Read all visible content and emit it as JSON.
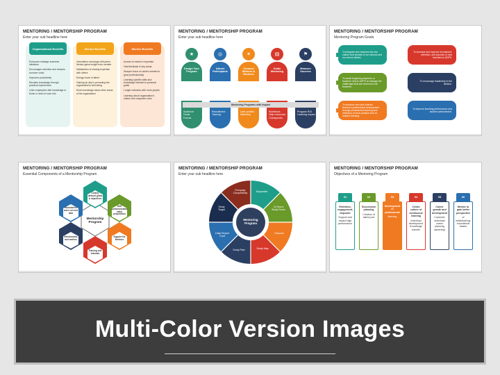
{
  "banner": {
    "text": "Multi-Color Version Images"
  },
  "slides": [
    {
      "title": "MENTORING / MENTORSHIP PROGRAM",
      "subtitle": "Enter your sub headline here",
      "columns": [
        {
          "head": "Organizational Benefits",
          "color": "#1e9e8a",
          "items": [
            "Enhances strategic business initiatives",
            "Encourages retention and reduces turnover costs",
            "Improves productivity",
            "Elevates knowledge through practical experiences",
            "Links employees with knowledge to those in need of such info"
          ]
        },
        {
          "head": "Mentor Benefits",
          "color": "#f2a51a",
          "items": [
            "Information exchange with peers. Mentor gains insight from mentee",
            "Satisfaction of sharing expertise with others",
            "Energy boost of talent",
            "Gaining an ally in promoting the organization's well-being",
            "More knowledge about other areas of the organization"
          ]
        },
        {
          "head": "Mentee Benefits",
          "color": "#f07a22",
          "items": [
            "Access to mentor's expertise",
            "Vital feedback in key areas",
            "Sharper focus on what's needed to grow professionally",
            "Learning specific skills and knowledge relevant to personal goals",
            "Longer networks with more people",
            "Learning about organization's culture and unspoken rules"
          ]
        }
      ]
    },
    {
      "title": "MENTORING / MENTORSHIP PROGRAM",
      "subtitle": "Enter your sub headline here",
      "banner": "Mentoring Programs with Impact",
      "nodes": [
        {
          "label": "Design Your Program",
          "color": "#2f8f6f",
          "icon": "★",
          "bottom": [
            "Audience",
            "Goals",
            "Format"
          ]
        },
        {
          "label": "Attract Participants",
          "color": "#2a6fb0",
          "icon": "◎",
          "bottom": [
            "Recruitment",
            "Training"
          ]
        },
        {
          "label": "Connect Mentors & Mentees",
          "color": "#f08a1c",
          "icon": "✶",
          "bottom": [
            "User profiles",
            "Matching"
          ]
        },
        {
          "label": "Guide Mentoring",
          "color": "#d7382c",
          "icon": "▤",
          "bottom": [
            "Workflows",
            "Help resources",
            "Checkpoints"
          ]
        },
        {
          "label": "Measure Success",
          "color": "#2b3f63",
          "icon": "⚑",
          "bottom": [
            "Program ROI",
            "Learning impact"
          ]
        }
      ]
    },
    {
      "title": "MENTORING / MENTORSHIP PROGRAM",
      "subtitle": "Mentoring Program Goals",
      "goals": [
        {
          "text": "To integrate new teachers into the culture and climate of our schools and our school district.",
          "color": "#1e9e8a"
        },
        {
          "text": "To increase and improve recruitment, retention, and success of new teachers to ADPS.",
          "color": "#d7382c"
        },
        {
          "text": "To assist beginning teachers or teachers new to ADPS to manage the challenges that are common to all teachers.",
          "color": "#6a9a2a"
        },
        {
          "text": "To encourage leadership in the division.",
          "color": "#2b3f63"
        },
        {
          "text": "To enhance new and veteran teacher's professional development through professional learning and reflection on their practice and on student learning.",
          "color": "#f07a22"
        },
        {
          "text": "To improve teaching performance and student achievement.",
          "color": "#2a6fb0"
        }
      ]
    },
    {
      "title": "MENTORING / MENTORSHIP PROGRAM",
      "subtitle": "Essential Components of a Mentorship Program",
      "center": "Mentorship Program",
      "hexes": [
        {
          "label": "Clearly defined goals & objectives",
          "color": "#1e9e8a"
        },
        {
          "label": "Well communicated value proposition",
          "color": "#6a9a2a"
        },
        {
          "label": "Support for Mentors",
          "color": "#f07a22"
        },
        {
          "label": "Training and tutorials",
          "color": "#d7382c"
        },
        {
          "label": "Benchmarks and metrics",
          "color": "#2b3f63"
        },
        {
          "label": "Boundaries and a set end date",
          "color": "#2a6fb0"
        }
      ]
    },
    {
      "title": "MENTORING / MENTORSHIP PROGRAM",
      "subtitle": "Enter your sub headline here",
      "center": "Mentoring Program",
      "ring": [
        {
          "label": "Stopwatch",
          "color": "#1e9e8a"
        },
        {
          "label": "24 Hours Study Room",
          "color": "#6a9a2a"
        },
        {
          "label": "Success",
          "color": "#f07a22"
        },
        {
          "label": "Study Map",
          "color": "#d7382c"
        },
        {
          "label": "Study Plan",
          "color": "#2b3f63"
        },
        {
          "label": "Daily Report Card",
          "color": "#2a6fb0"
        },
        {
          "label": "Study Target",
          "color": "#1a2d4f"
        },
        {
          "label": "Everyday Competitivity",
          "color": "#8a2c1e"
        }
      ]
    },
    {
      "title": "MENTORING / MENTORSHIP PROGRAM",
      "subtitle": "Objectives of a Mentoring Program",
      "objectives": [
        {
          "num": "01",
          "color": "#1e9e8a",
          "head": "Retention, engagement, empower",
          "body": "Support and reward high performance"
        },
        {
          "num": "02",
          "color": "#6a9a2a",
          "head": "Succession planning",
          "body": "Creation of talent pool"
        },
        {
          "num": "03",
          "color": "#f07a22",
          "head": "Development of professional",
          "body": "learning"
        },
        {
          "num": "04",
          "color": "#d7382c",
          "head": "Create culture of continuous learning",
          "body": "Individual development  Knowledge transfer"
        },
        {
          "num": "05",
          "color": "#2b3f63",
          "head": "Career growth and development",
          "body": "Customer individual career planning ownership"
        },
        {
          "num": "06",
          "color": "#2a6fb0",
          "head": "Mentor to gain better perspective",
          "body": "of individual/org. educational biases"
        }
      ]
    }
  ]
}
